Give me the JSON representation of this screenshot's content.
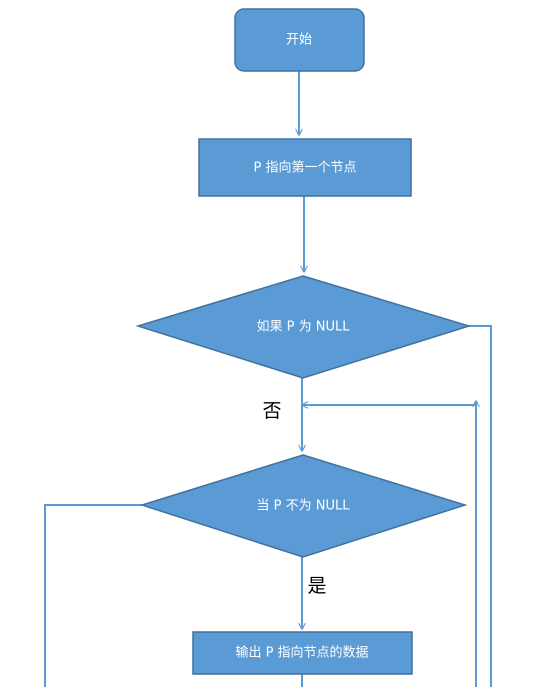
{
  "colors": {
    "node_fill": "#5b9bd5",
    "node_stroke": "#41719c",
    "edge": "#5b9bd5",
    "text_on_node": "#ffffff",
    "edge_label": "#000000"
  },
  "nodes": {
    "start": {
      "label": "开始",
      "shape": "rounded-rect"
    },
    "init": {
      "label": "P 指向第一个节点",
      "shape": "rect"
    },
    "check_null": {
      "label": "如果 P 为 NULL",
      "shape": "diamond"
    },
    "loop_cond": {
      "label": "当 P 不为 NULL",
      "shape": "diamond"
    },
    "output": {
      "label": "输出 P 指向节点的数据",
      "shape": "rect"
    }
  },
  "edge_labels": {
    "no": "否",
    "yes": "是"
  }
}
